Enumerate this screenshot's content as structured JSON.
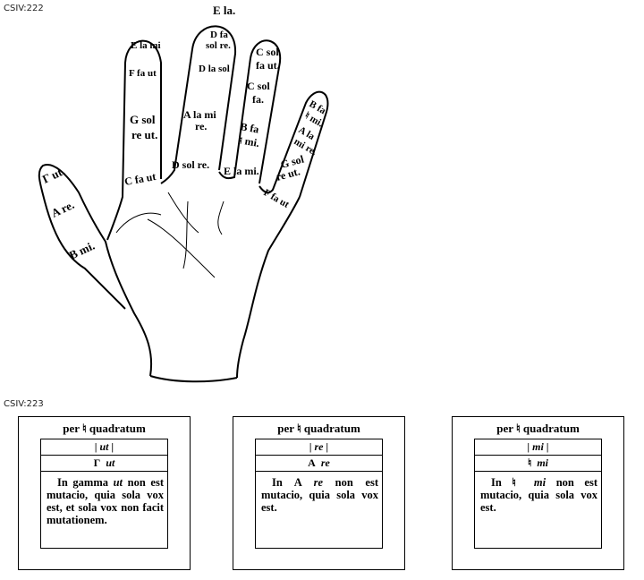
{
  "figure1": {
    "caption": "CSIV:222",
    "labels": {
      "thumb": [
        "Γ ut.",
        "A re.",
        "B mi."
      ],
      "index": [
        "E la mi",
        "F fa ut",
        "G sol",
        "re ut.",
        "C fa ut"
      ],
      "middle_top": "E la.",
      "middle": [
        "D fa",
        "sol re.",
        "D la sol",
        "A la mi",
        "re.",
        "D sol re."
      ],
      "ring": [
        "C sol",
        "fa ut.",
        "C sol",
        "fa.",
        "B fa",
        "♮ mi.",
        "E la mi."
      ],
      "little": [
        "B fa",
        "♮ mi.",
        "A la",
        "mi re.",
        "G sol",
        "re ut.",
        "F fa ut"
      ]
    }
  },
  "figure2": {
    "caption": "CSIV:223",
    "boxes": [
      {
        "header_pre": "per",
        "header_sym": "♮",
        "header_post": "quadratum",
        "syllable": "| ut |",
        "note_letter": "Γ",
        "note_syllable": "ut",
        "text_pre": "In gamma ",
        "text_em": "ut",
        "text_post": " non est mutacio, quia sola vox est, et sola vox non facit mutationem."
      },
      {
        "header_pre": "per",
        "header_sym": "♮",
        "header_post": "quadratum",
        "syllable": "| re |",
        "note_letter": "A",
        "note_syllable": "re",
        "text_pre": "In A ",
        "text_em": "re",
        "text_post": " non est mutacio, quia sola vox est."
      },
      {
        "header_pre": "per",
        "header_sym": "♮",
        "header_post": "quadratum",
        "syllable": "| mi |",
        "note_letter": "♮",
        "note_syllable": "mi",
        "text_pre": "In ♮ ",
        "text_em": "mi",
        "text_post": " non est mutacio, quia sola vox est."
      }
    ]
  }
}
